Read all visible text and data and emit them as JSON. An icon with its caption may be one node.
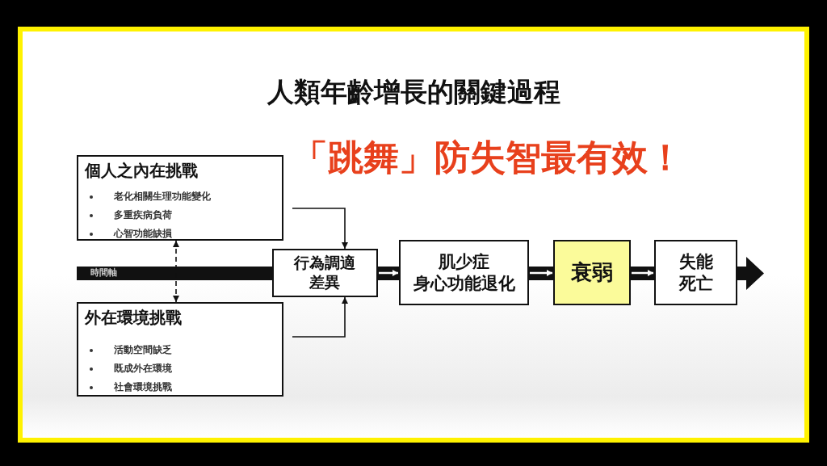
{
  "diagram": {
    "title": "人類年齡增長的關鍵過程",
    "nodes": [
      {
        "text": [
          "個人之內在挑戰",
          "老化相關生理功能變化",
          "多重疾病負荷",
          "心智功能缺損"
        ]
      },
      {
        "text": [
          "外在環境挑戰",
          "活動空間缺乏",
          "既成外在環境",
          "社會環境挑戰"
        ]
      },
      {
        "text": [
          "行為調適差異"
        ]
      },
      {
        "text": [
          "肌少症",
          "身心功能退化"
        ]
      },
      {
        "text": [
          "衰弱"
        ]
      },
      {
        "text": [
          "失能死亡"
        ]
      }
    ],
    "edges": [
      {
        "from": 0,
        "to": 2,
        "arrow": "to"
      },
      {
        "from": 1,
        "to": 2,
        "arrow": "to"
      },
      {
        "from": 0,
        "to": 1,
        "arrow": "both",
        "style": "dashed"
      },
      {
        "from": 2,
        "to": 3,
        "arrow": "to",
        "color": "#ffffff"
      },
      {
        "from": 3,
        "to": 4,
        "arrow": "to",
        "color": "#ffffff"
      },
      {
        "from": 4,
        "to": 5,
        "arrow": "to",
        "color": "#ffffff"
      }
    ],
    "labels": [
      "「跳舞」防失智最有效！",
      "時間軸"
    ]
  }
}
